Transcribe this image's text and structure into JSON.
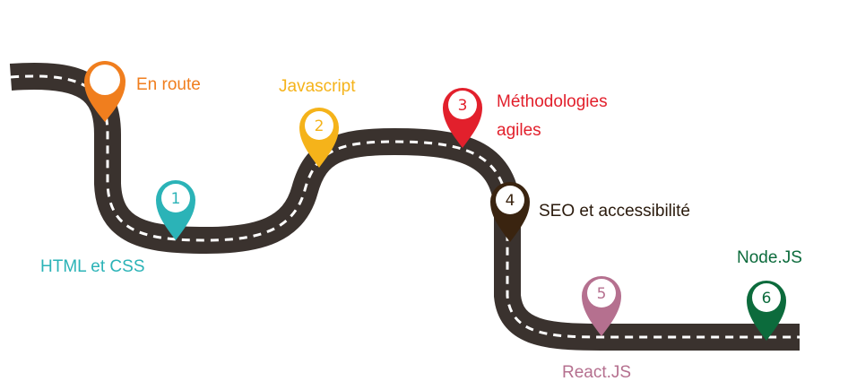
{
  "start": {
    "label": "En route",
    "color": "#F07E1E"
  },
  "milestones": [
    {
      "number": "1",
      "label": "HTML et CSS",
      "color": "#2BB3B7"
    },
    {
      "number": "2",
      "label": "Javascript",
      "color": "#F5B31A"
    },
    {
      "number": "3",
      "label": "Méthodologies agiles",
      "label_line1": "Méthodologies",
      "label_line2": "agiles",
      "color": "#E2202C"
    },
    {
      "number": "4",
      "label": "SEO et accessibilité",
      "color": "#3A2410"
    },
    {
      "number": "5",
      "label": "React.JS",
      "color": "#B5708F"
    },
    {
      "number": "6",
      "label": "Node.JS",
      "color": "#0C6B3C"
    }
  ],
  "road": {
    "asphalt": "#3A322E",
    "dash": "#FFFFFF"
  }
}
